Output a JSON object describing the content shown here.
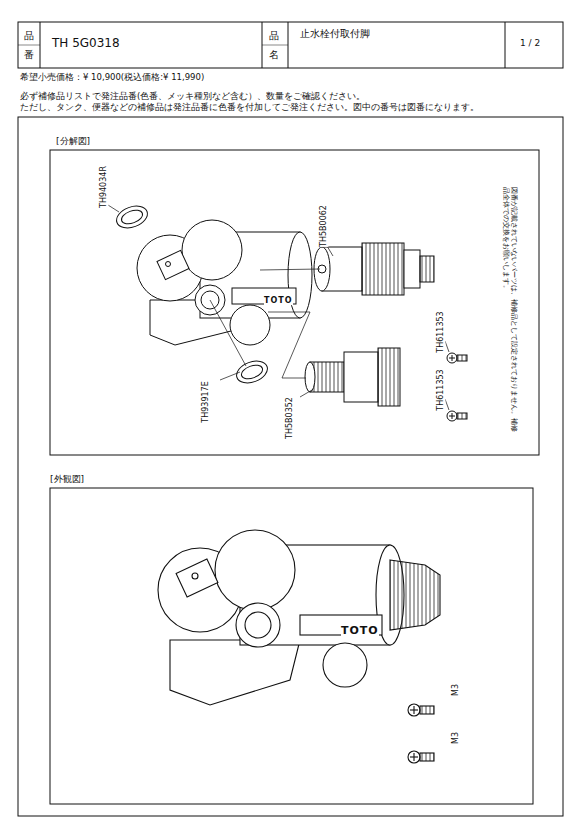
{
  "diagram": {
    "labels": [
      "品番",
      "TH 5G0318",
      "品名",
      "止水栓付取付脚",
      "1 / 2",
      "希望小売価格：¥ 10,900(税込価格:¥ 11,990)",
      "必ず補修品リストで発注品番(色番、メッキ種別など含む）、数量をご確認ください。",
      "ただし、タンク、便器などの補修品は発注品番に色番を付加してご発注ください。図中の番号は図番になります。",
      "[分解図]",
      "TH94034R",
      "TH5B0062",
      "TH611353",
      "TH611353",
      "TH93917E",
      "TH5B0352",
      "図番が記載されていないパーツは、補修品として設定されておりません。補修品全体での交換をお願いします。",
      "TOTO",
      "[外観図]",
      "TOTO",
      "M3",
      "M3"
    ]
  }
}
